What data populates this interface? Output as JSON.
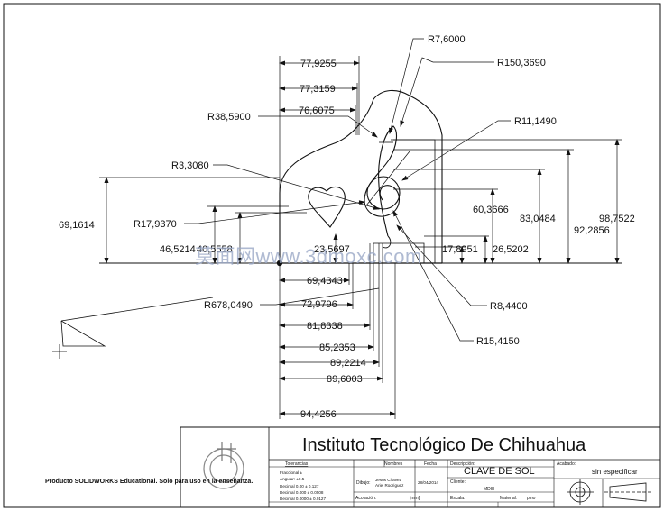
{
  "drawing": {
    "dimensions": {
      "horizontal": [
        "77,9255",
        "77,3159",
        "76,6075",
        "69,4343",
        "72,9796",
        "81,8338",
        "85,2353",
        "89,2214",
        "89,6003",
        "94,4256"
      ],
      "vertical": [
        "69,1614",
        "46,5214",
        "40,5558",
        "23,5697",
        "60,3666",
        "17,8951",
        "26,5202",
        "83,0484",
        "92,2856",
        "98,7522"
      ],
      "radii": [
        "R7,6000",
        "R150,3690",
        "R38,5900",
        "R11,1490",
        "R3,3080",
        "R17,9370",
        "R678,0490",
        "R8,4400",
        "R15,4150"
      ]
    },
    "watermark": "莫面网www.3dmoxc.com"
  },
  "title_block": {
    "institution": "Instituto Tecnológico De Chihuahua",
    "edu_notice": "Producto SOLIDWORKS Educational. Solo para uso en la enseñanza.",
    "tolerances": {
      "header": "Tolerancias",
      "rows": [
        "Fraccional ±",
        "Angular: ±0.5",
        "Decimal  0.00    ± 0.127",
        "Decimal  0.000   ± 0.0508",
        "Decimal  0.0000 ± 0.0127"
      ]
    },
    "labels": {
      "nombres": "Nombres",
      "fecha": "Fecha",
      "descripcion": "Descripción:",
      "dibujo": "Dibujo:",
      "cliente": "Cliente:",
      "acotacion": "Acotación:",
      "escala": "Escala:",
      "material": "Material:",
      "acabado": "Acabado:"
    },
    "values": {
      "dibujo_name_1": "Jesus Chavez",
      "dibujo_name_2": "Ariel Rodriguez",
      "fecha": "28/04/2014",
      "descripcion": "CLAVE DE SOL",
      "cliente": "MDIII",
      "acotacion": "[mm]",
      "material": "pino",
      "acabado": "sin especificar"
    }
  }
}
